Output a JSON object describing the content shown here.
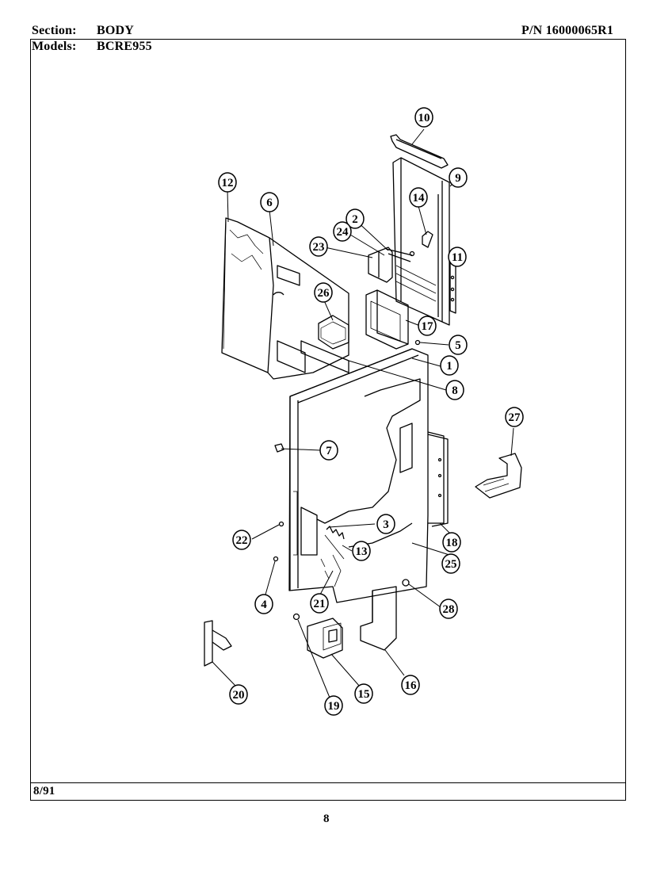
{
  "header": {
    "section_label": "Section:",
    "section_value": "BODY",
    "models_label": "Models:",
    "models_value": "BCRE955",
    "part_number": "P/N 16000065R1"
  },
  "footer": {
    "date": "8/91",
    "page_number": "8"
  },
  "callouts": [
    "1",
    "2",
    "3",
    "4",
    "5",
    "6",
    "7",
    "8",
    "9",
    "10",
    "11",
    "12",
    "13",
    "14",
    "15",
    "16",
    "17",
    "18",
    "19",
    "20",
    "21",
    "22",
    "23",
    "24",
    "25",
    "26",
    "27",
    "28"
  ]
}
